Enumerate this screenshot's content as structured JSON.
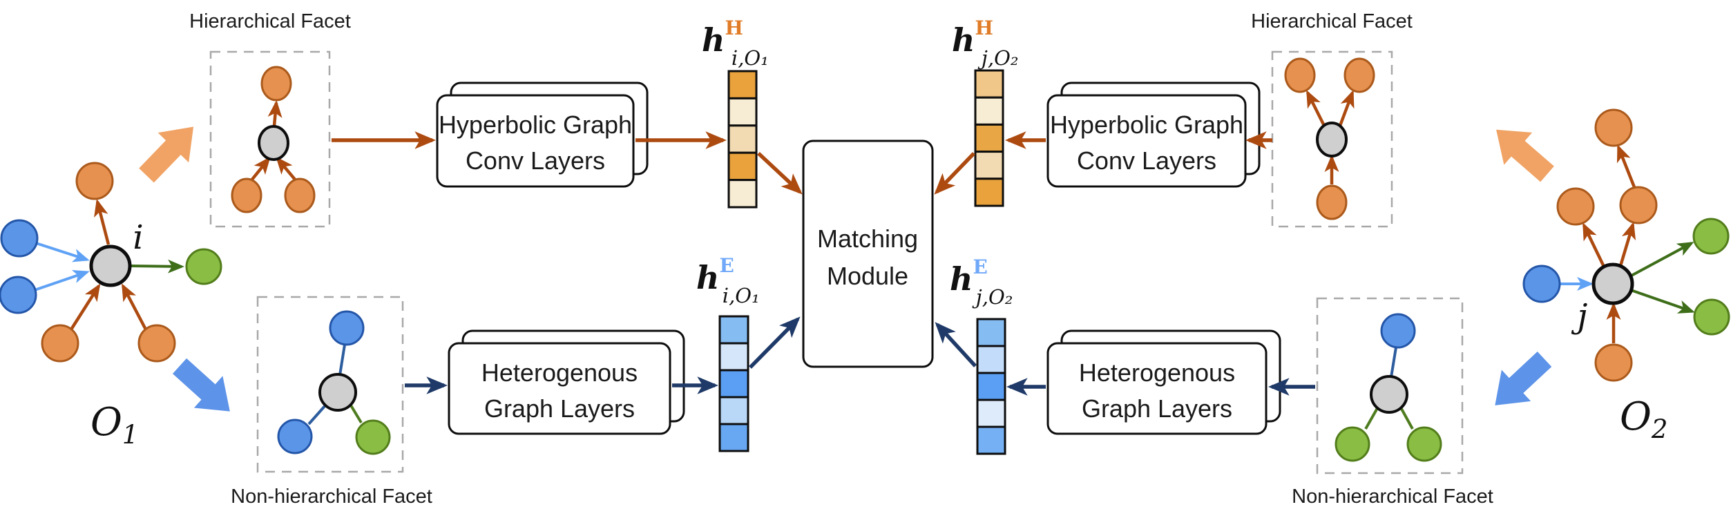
{
  "facets": {
    "hierarchical_left": "Hierarchical Facet",
    "hierarchical_right": "Hierarchical Facet",
    "non_hierarchical_left": "Non-hierarchical Facet",
    "non_hierarchical_right": "Non-hierarchical Facet"
  },
  "graphs": {
    "left": {
      "center_node": "i",
      "name_base": "O",
      "name_sub": "1"
    },
    "right": {
      "center_node": "j",
      "name_base": "O",
      "name_sub": "2"
    }
  },
  "modules": {
    "hyperbolic_left": {
      "line1": "Hyperbolic Graph",
      "line2": "Conv Layers"
    },
    "hyperbolic_right": {
      "line1": "Hyperbolic Graph",
      "line2": "Conv Layers"
    },
    "heterogenous_left": {
      "line1": "Heterogenous",
      "line2": "Graph Layers"
    },
    "heterogenous_right": {
      "line1": "Heterogenous",
      "line2": "Graph Layers"
    },
    "matching": {
      "line1": "Matching",
      "line2": "Module"
    }
  },
  "embeddings": {
    "hH_iO1": {
      "base": "h",
      "sup": "H",
      "sub": "i,O₁",
      "sup_color": "#E07B26",
      "cells": [
        "#E9A23C",
        "#F7ECD4",
        "#F2DBB2",
        "#E9A23C",
        "#F7ECD4"
      ]
    },
    "hE_iO1": {
      "base": "h",
      "sup": "E",
      "sub": "i,O₁",
      "sup_color": "#6FA8F8",
      "cells": [
        "#85BCF2",
        "#D6E6FA",
        "#5B9FF5",
        "#B9D7F7",
        "#68A8F2"
      ]
    },
    "hH_jO2": {
      "base": "h",
      "sup": "H",
      "sub": "j,O₂",
      "sup_color": "#E07B26",
      "cells": [
        "#F0C689",
        "#F7ECD4",
        "#E8A645",
        "#F2DBB2",
        "#E9A23C"
      ]
    },
    "hE_jO2": {
      "base": "h",
      "sup": "E",
      "sub": "j,O₂",
      "sup_color": "#6FA8F8",
      "cells": [
        "#85BCF2",
        "#C3DCF9",
        "#5B9FF5",
        "#DDEBFB",
        "#74B0F3"
      ]
    }
  },
  "palette": {
    "node_orange": "#E6914F",
    "node_orange_stroke": "#AB5A1C",
    "node_blue": "#5B95E8",
    "node_blue_stroke": "#2456A8",
    "node_green": "#8ABD44",
    "node_green_stroke": "#527D1B",
    "node_gray": "#CFCFCF",
    "arrow_dark_orange": "#AC4A10",
    "arrow_navy": "#1F3A68",
    "arrow_light_blue": "#5FA2F5",
    "arrow_dark_green": "#3E6E1A",
    "block_arrow_orange": "#F0A365",
    "block_arrow_blue": "#5D93E8"
  }
}
